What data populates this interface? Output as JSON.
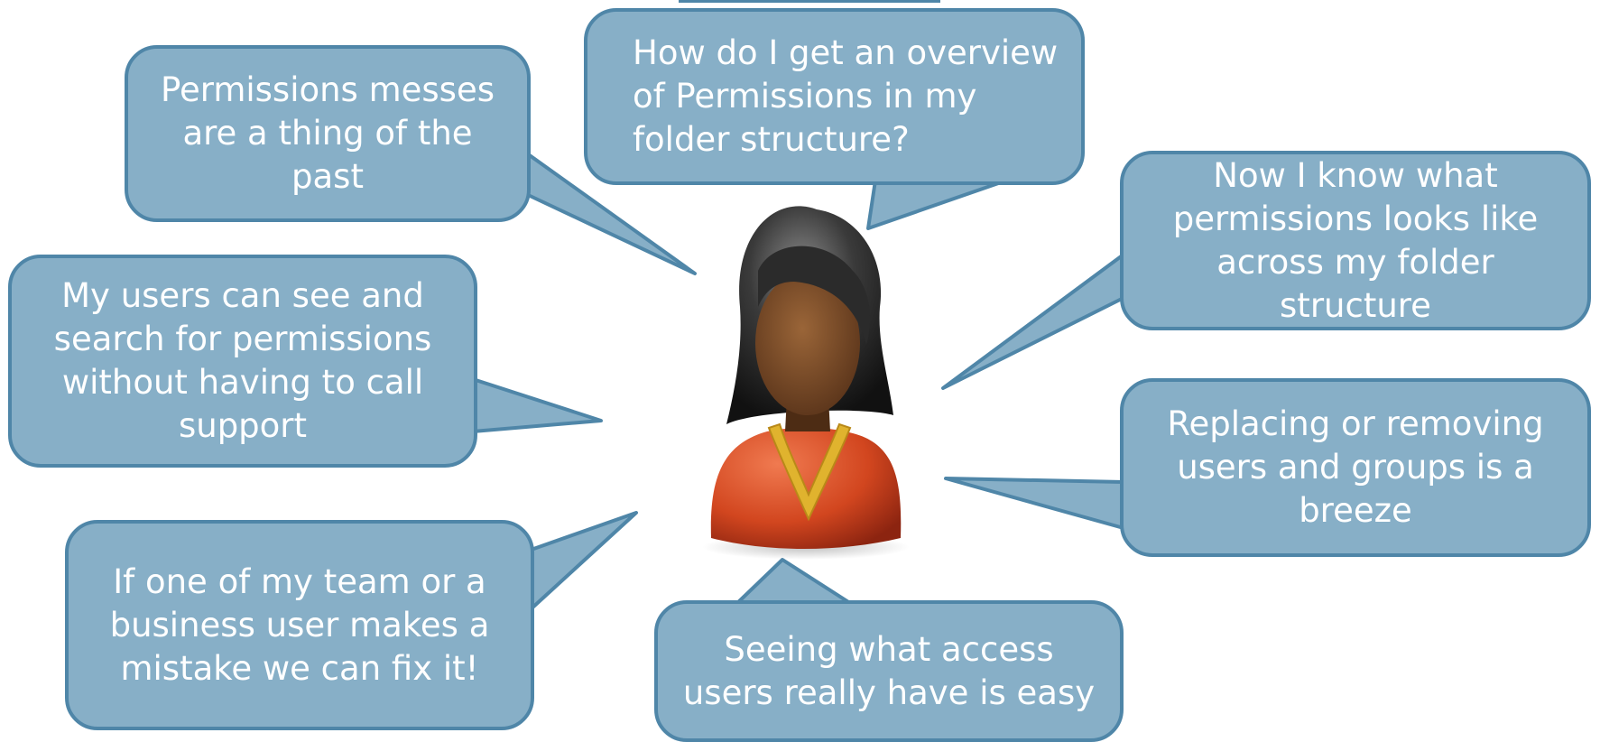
{
  "colors": {
    "bubble_fill": "#87afc7",
    "bubble_border": "#4f86a8",
    "text": "#ffffff"
  },
  "person_icon": "woman-user-icon",
  "bubbles": {
    "overview_question": "How do I get an overview of Permissions in my folder structure?",
    "messes_past": "Permissions messes are a thing of the past",
    "know_permissions": "Now I know what permissions looks like across my folder structure",
    "self_service": "My users can see and search for permissions without having to call support",
    "replace_remove": "Replacing or removing users and groups is a breeze",
    "fix_mistakes": "If one of my team or a business user makes a mistake we can fix it!",
    "see_access": "Seeing what access users really have is easy"
  }
}
